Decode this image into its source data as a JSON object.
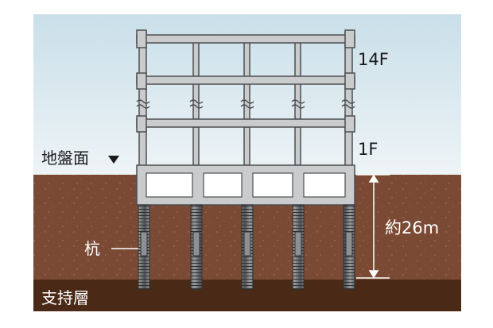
{
  "labels": {
    "floor_top": "14F",
    "floor_first": "1F",
    "ground_surface": "地盤面",
    "pile": "杭",
    "depth": "約26m",
    "bearing_layer": "支持層"
  },
  "colors": {
    "sky_top": "#c9dfe9",
    "sky_bottom": "#eaf2f5",
    "soil": "#7b4a34",
    "bearing_layer": "#4a2a16",
    "structure_fill": "#c9cbcd",
    "structure_stroke": "#4d4f51",
    "pile": "#6b6d70",
    "arrow": "#ffffff",
    "label_light": "#ffffff",
    "label_dark": "#1a1a1a"
  },
  "icons": {
    "ground_marker": "triangle-down-icon",
    "break_marks": "wavy-break-icon"
  }
}
